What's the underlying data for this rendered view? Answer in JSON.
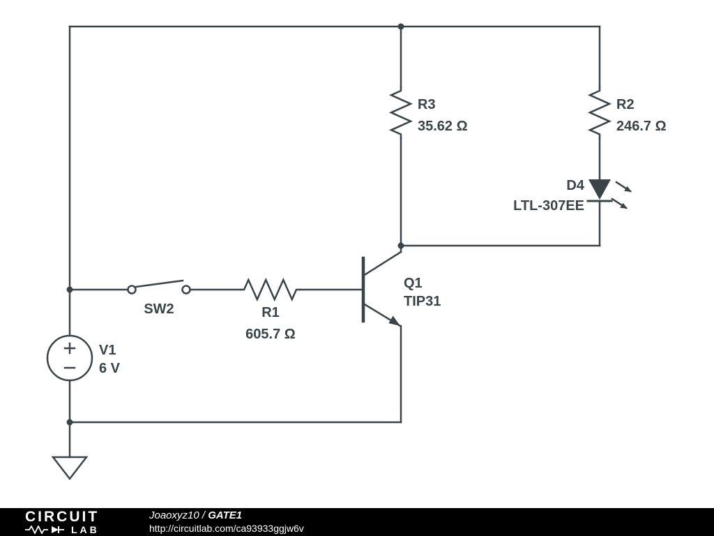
{
  "schematic": {
    "wire_color": "#3a4348",
    "components": {
      "v1": {
        "ref": "V1",
        "value": "6 V"
      },
      "sw2": {
        "ref": "SW2"
      },
      "r1": {
        "ref": "R1",
        "value": "605.7 Ω"
      },
      "q1": {
        "ref": "Q1",
        "value": "TIP31"
      },
      "r3": {
        "ref": "R3",
        "value": "35.62 Ω"
      },
      "r2": {
        "ref": "R2",
        "value": "246.7 Ω"
      },
      "d4": {
        "ref": "D4",
        "value": "LTL-307EE"
      }
    }
  },
  "footer": {
    "logo_top": "CIRCUIT",
    "logo_bottom": "LAB",
    "author": "Joaoxyz10",
    "separator": " / ",
    "title": "GATE1",
    "url": "http://circuitlab.com/ca93933ggjw6v"
  }
}
